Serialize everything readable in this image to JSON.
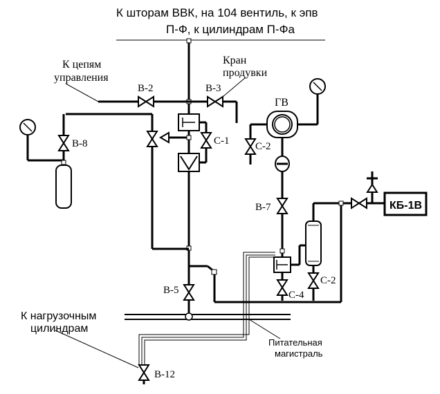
{
  "diagram": {
    "header_line1": "К шторам ВВК, на 104 вентиль, к эпв",
    "header_line2": "П-Ф, к цилиндрам П-Фа",
    "control_line1": "К цепям",
    "control_line2": "управления",
    "purge_line1": "Кран",
    "purge_line2": "продувки",
    "gv": "ГВ",
    "load_line1": "К нагрузочным",
    "load_line2": "цилиндрам",
    "feed_line1": "Питательная",
    "feed_line2": "магистраль",
    "kb": "КБ-1В",
    "valves": {
      "v2": "В-2",
      "v3": "В-3",
      "v8": "В-8",
      "c1": "С-1",
      "c2_top": "С-2",
      "v7": "В-7",
      "v5": "В-5",
      "c4": "С-4",
      "c2_bot": "С-2",
      "v12": "В-12"
    }
  }
}
